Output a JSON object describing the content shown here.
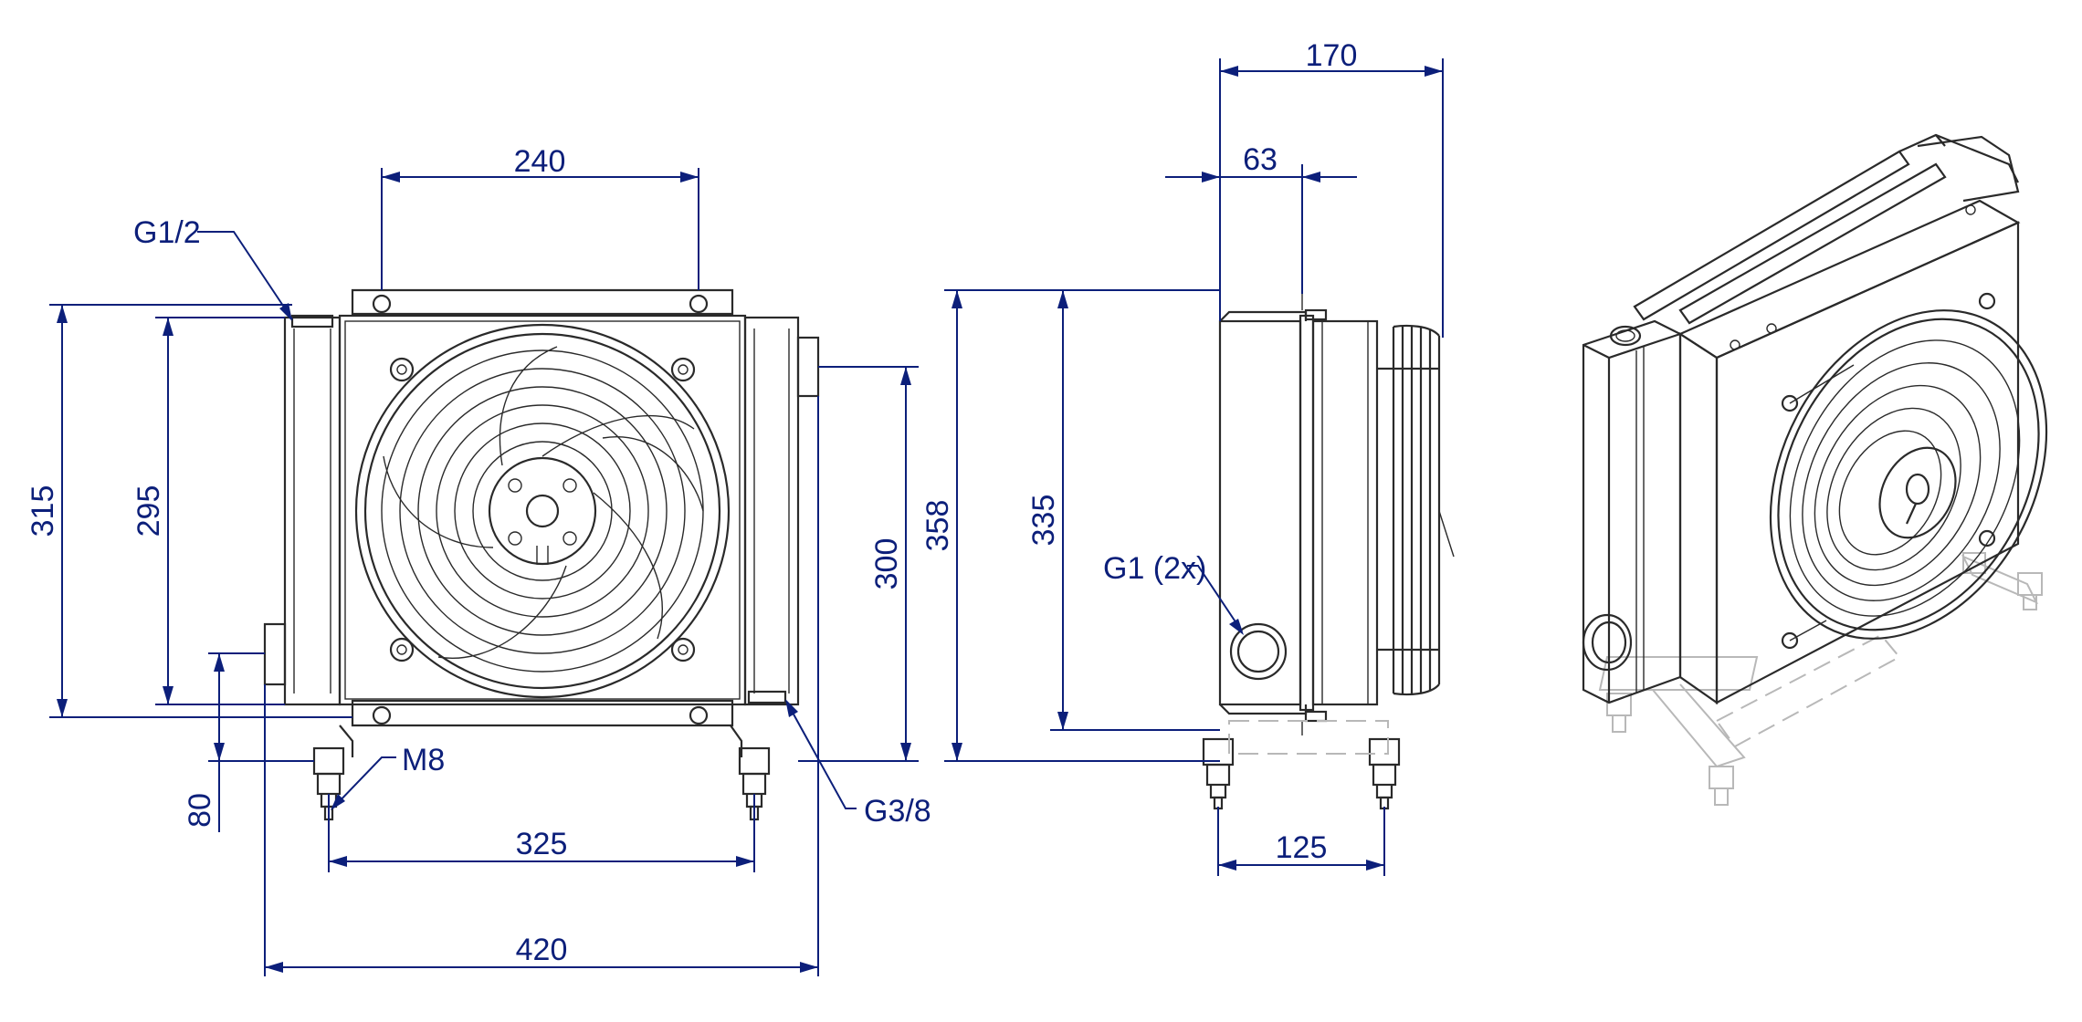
{
  "front_view": {
    "dims": {
      "top_hole_spacing": "240",
      "height_outer": "315",
      "height_core": "295",
      "port_spacing": "300",
      "port_height": "80",
      "foot_spacing": "325",
      "overall_width": "420"
    },
    "callouts": {
      "inlet_top": "G1/2",
      "foot_thread": "M8",
      "drain_port": "G3/8"
    }
  },
  "side_view": {
    "dims": {
      "overall_depth": "170",
      "core_depth": "63",
      "overall_height": "358",
      "core_height": "335",
      "foot_spacing": "125"
    },
    "callouts": {
      "main_ports": "G1 (2x)"
    }
  },
  "colors": {
    "dimension": "#0c1f7a",
    "drawing": "#2a2a2a",
    "ghost": "#b8b8b8"
  }
}
